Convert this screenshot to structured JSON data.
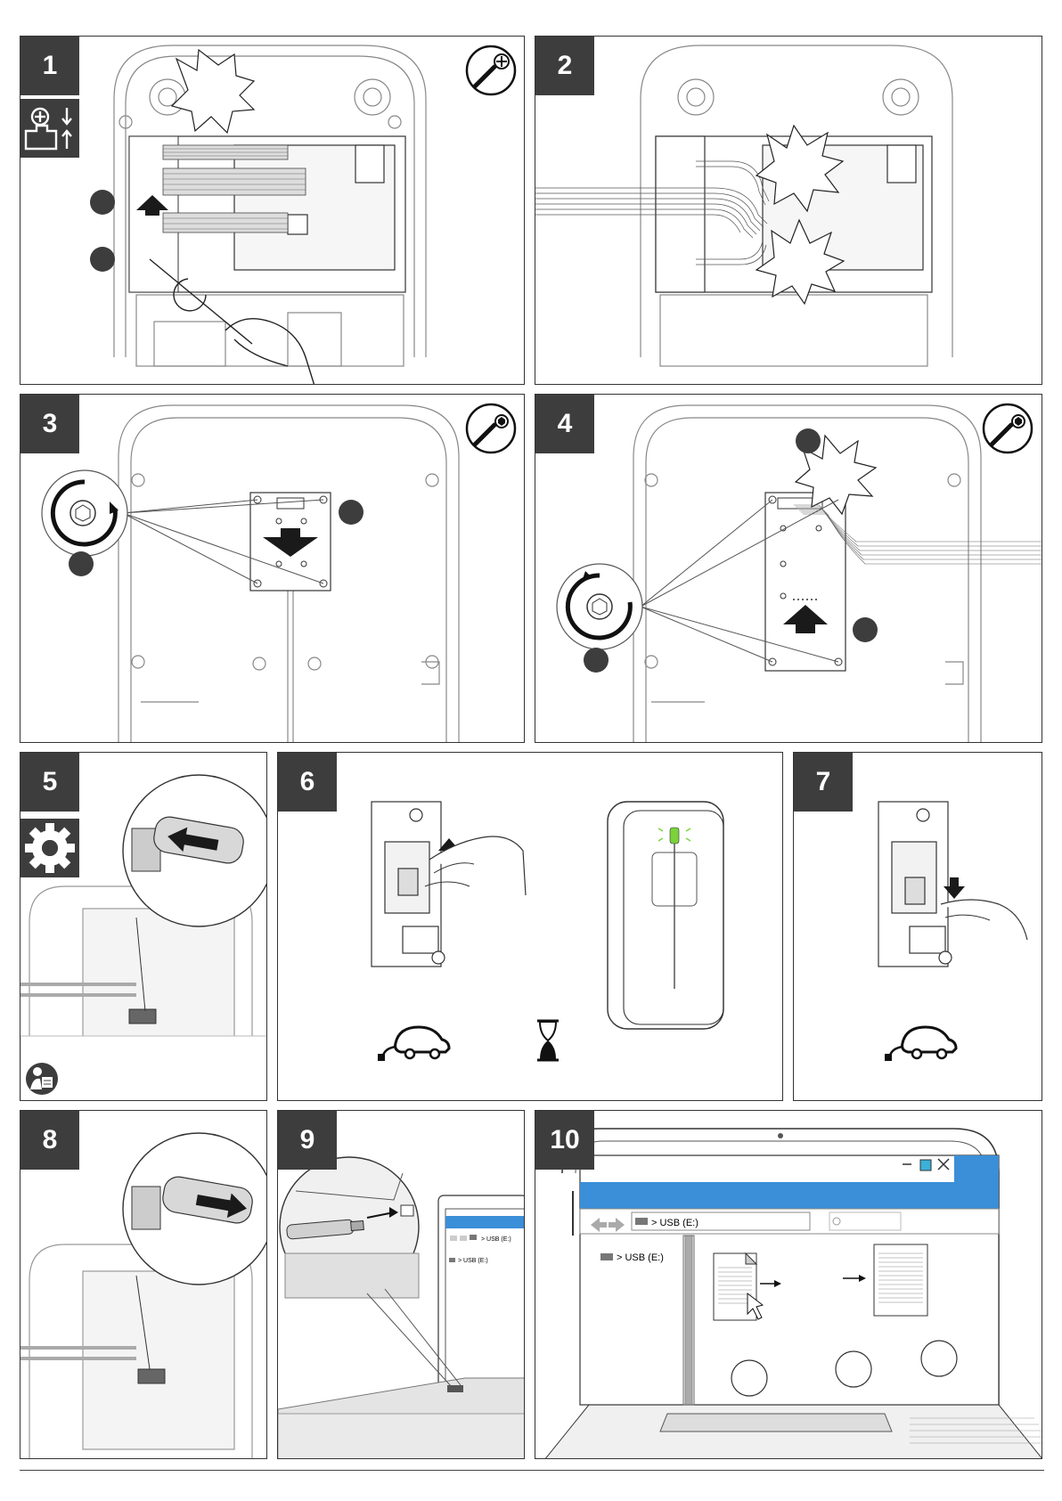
{
  "steps": [
    {
      "id": "1"
    },
    {
      "id": "2"
    },
    {
      "id": "3"
    },
    {
      "id": "4"
    },
    {
      "id": "5"
    },
    {
      "id": "6"
    },
    {
      "id": "7"
    },
    {
      "id": "8"
    },
    {
      "id": "9"
    },
    {
      "id": "10"
    }
  ],
  "explorer": {
    "path_label": "USB (E:)",
    "tree_label": "USB (E:)",
    "breadcrumb_sep": ">"
  },
  "mini_explorer": {
    "path_label": "USB (E:)",
    "tree_label": "USB (E:)"
  },
  "icons": {
    "tool_1": "phillips-screwdriver-icon",
    "tool_3": "torx-screwdriver-icon",
    "tool_4": "torx-screwdriver-icon",
    "side_1": "disconnect-connector-icon",
    "side_5": "settings-gear-icon",
    "manual_5": "read-manual-icon",
    "ev_6": "ev-car-plug-icon",
    "wait_6": "hourglass-icon",
    "ev_7": "ev-car-plug-icon"
  },
  "colors": {
    "step_box": "#3d3d3d",
    "led": "#7bd23a",
    "window_bar": "#3b8ed8",
    "ink": "#1a1a1a"
  }
}
